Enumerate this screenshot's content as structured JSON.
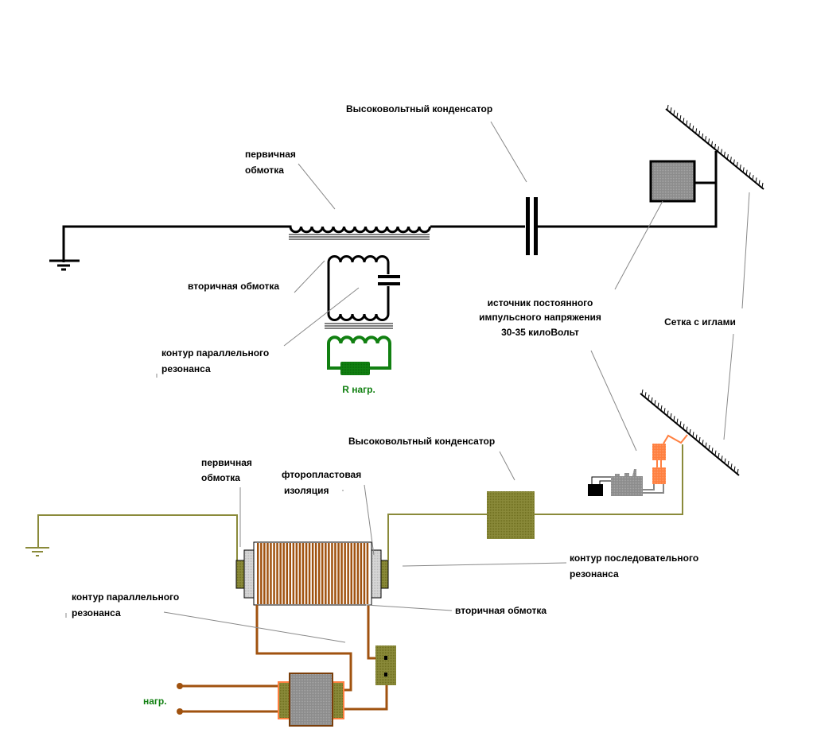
{
  "top_schematic": {
    "labels": {
      "hv_capacitor": "Высоковольтный конденсатор",
      "primary_winding_line1": "первичная",
      "primary_winding_line2": "обмотка",
      "secondary_winding": "вторичная обмотка",
      "parallel_resonance_line1": "контур параллельного",
      "parallel_resonance_line2": "резонанса",
      "load_resistor": "R нагр.",
      "source_line1": "источник постоянного",
      "source_line2": "импульсного напряжения",
      "source_line3": "30-35 килоВольт",
      "needle_grid": "Сетка с иглами"
    }
  },
  "bottom_schematic": {
    "labels": {
      "hv_capacitor": "Высоковольтный конденсатор",
      "primary_winding_line1": "первичная",
      "primary_winding_line2": "обмотка",
      "ptfe_insulation_line1": "фторопластовая",
      "ptfe_insulation_line2": "изоляция",
      "series_resonance_line1": "контур последовательного",
      "series_resonance_line2": "резонанса",
      "secondary_winding": "вторичная обмотка",
      "parallel_resonance_line1": "контур параллельного",
      "parallel_resonance_line2": "резонанса",
      "load": "нагр."
    }
  },
  "colors": {
    "wire_black": "#000000",
    "wire_olive": "#8a8a3a",
    "copper": "#a0520f",
    "load_green": "#118011",
    "orange": "#ff7f3f",
    "gray_block": "#8c8c8c",
    "insulation": "#d0d0d0",
    "leader": "#888888"
  }
}
